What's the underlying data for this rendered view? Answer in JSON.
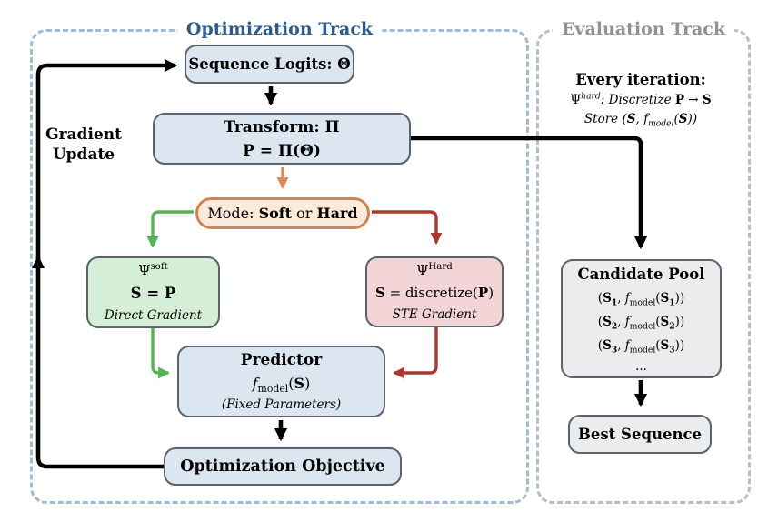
{
  "colors": {
    "track_opt_border": "#a4bad3",
    "track_opt_title": "#2e5c8a",
    "track_eval_border": "#b9bec4",
    "track_eval_title": "#8e9399",
    "box_border": "#5b636d",
    "box_blue_fill": "#dce6f1",
    "box_green_fill": "#d5efd7",
    "box_red_fill": "#f2d3d6",
    "box_gray_fill": "#ebeced",
    "mode_border": "#d08455",
    "mode_fill": "#fbe9d9",
    "arrow_black": "#000000",
    "arrow_green": "#56b457",
    "arrow_red": "#a83932",
    "arrow_orange": "#dc8a58"
  },
  "tracks": {
    "optimization": {
      "title": "Optimization Track"
    },
    "evaluation": {
      "title": "Evaluation Track"
    }
  },
  "labels": {
    "gradient_update": {
      "line1": "Gradient",
      "line2": "Update"
    }
  },
  "eval_notes": {
    "line1": "Every iteration:",
    "line2": {
      "psi": "Ψ",
      "sup": "hard",
      "colon": ":  ",
      "discretize": "Discretize ",
      "p": "P",
      "arrow": " → ",
      "s": "S"
    },
    "line3": {
      "store": "Store ",
      "open": "(",
      "s": "S",
      "comma": ", ",
      "f": "f",
      "model": "model",
      "close": "))"
    }
  },
  "boxes": {
    "sequence_logits": {
      "label": "Sequence Logits: Θ"
    },
    "transform": {
      "line1": "Transform:  Π",
      "line2": "P = Π(Θ)"
    },
    "mode": {
      "prefix": "Mode: ",
      "soft": "Soft",
      "or": " or ",
      "hard": "Hard"
    },
    "soft": {
      "psi": "Ψ",
      "sup": "soft",
      "eq": "S = P",
      "note": "Direct Gradient"
    },
    "hard": {
      "psi": "Ψ",
      "sup": "Hard",
      "eq_s": "S",
      "eq_mid": " = discretize(",
      "eq_p": "P",
      "eq_close": ")",
      "note": "STE Gradient"
    },
    "predictor": {
      "title": "Predictor",
      "f": "f",
      "model": "model",
      "open": "(",
      "s": "S",
      "close": ")",
      "note": "(Fixed Parameters)"
    },
    "optimization_objective": {
      "label": "Optimization Objective"
    },
    "candidate_pool": {
      "title": "Candidate Pool",
      "seg": {
        "open": "(",
        "s": "S",
        "comma": ", ",
        "f": "f",
        "model": "model",
        "close": "))"
      },
      "indices": [
        "1",
        "2",
        "3"
      ],
      "ellipsis": "..."
    },
    "best_sequence": {
      "label": "Best Sequence"
    }
  }
}
